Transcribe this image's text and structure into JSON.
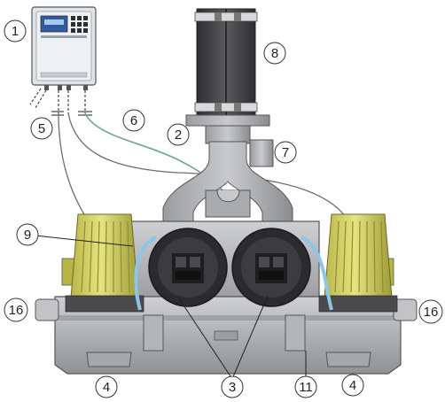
{
  "controller": {
    "display_text": "",
    "footer_text": ""
  },
  "callouts": [
    {
      "id": "c1",
      "label": "1"
    },
    {
      "id": "c2",
      "label": "2"
    },
    {
      "id": "c3",
      "label": "3"
    },
    {
      "id": "c4a",
      "label": "4"
    },
    {
      "id": "c4b",
      "label": "4"
    },
    {
      "id": "c5",
      "label": "5"
    },
    {
      "id": "c6",
      "label": "6"
    },
    {
      "id": "c7",
      "label": "7"
    },
    {
      "id": "c8",
      "label": "8"
    },
    {
      "id": "c9",
      "label": "9"
    },
    {
      "id": "c11",
      "label": "11"
    },
    {
      "id": "c16a",
      "label": "16"
    },
    {
      "id": "c16b",
      "label": "16"
    }
  ],
  "colors": {
    "housing": "#b9babd",
    "housing_dark": "#8e9094",
    "motor": "#d8d66a",
    "motor_dark": "#a8a640",
    "hose": "#8ec4e6",
    "cable_green": "#6fa88a",
    "pipe_black": "#4a4a4c",
    "outline": "#3a3a3a"
  }
}
